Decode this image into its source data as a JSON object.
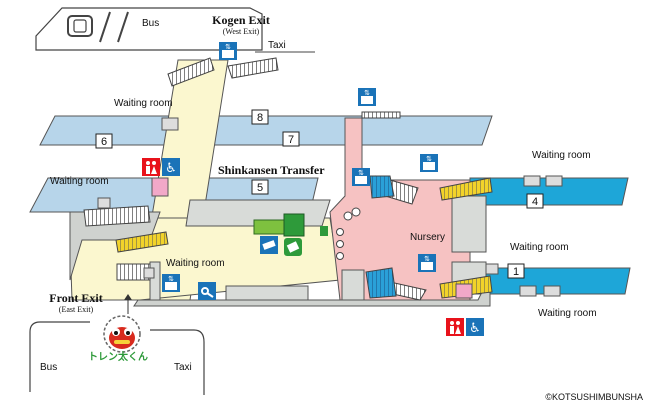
{
  "exits": {
    "kogen": {
      "title": "Kogen Exit",
      "subtitle": "(West Exit)"
    },
    "front": {
      "title": "Front Exit",
      "subtitle": "(East Exit)"
    }
  },
  "transport": {
    "bus_top": "Bus",
    "taxi_top": "Taxi",
    "bus_bottom": "Bus",
    "taxi_bottom": "Taxi"
  },
  "platforms": {
    "p8": "8",
    "p7": "7",
    "p6": "6",
    "p5": "5",
    "p4": "4",
    "p1": "1"
  },
  "facilities": {
    "waiting_room_top": "Waiting room",
    "waiting_room_left": "Waiting room",
    "waiting_room_center": "Waiting room",
    "waiting_room_right_top": "Waiting room",
    "waiting_room_right_mid": "Waiting room",
    "waiting_room_right_bottom": "Waiting room",
    "shinkansen_transfer": "Shinkansen Transfer",
    "nursery": "Nursery"
  },
  "mascot": {
    "name": "トレン太くん"
  },
  "copyright": "©KOTSUSHIMBUNSHA",
  "colors": {
    "platform_blue": "#1ea6d8",
    "light_blue": "#b7d5ea",
    "concourse_yellow": "#fbf7cf",
    "transfer_pink": "#f6c2c2",
    "gate_green": "#2e9a3a",
    "icon_blue": "#1a73b8",
    "restroom_red": "#e8121b"
  }
}
